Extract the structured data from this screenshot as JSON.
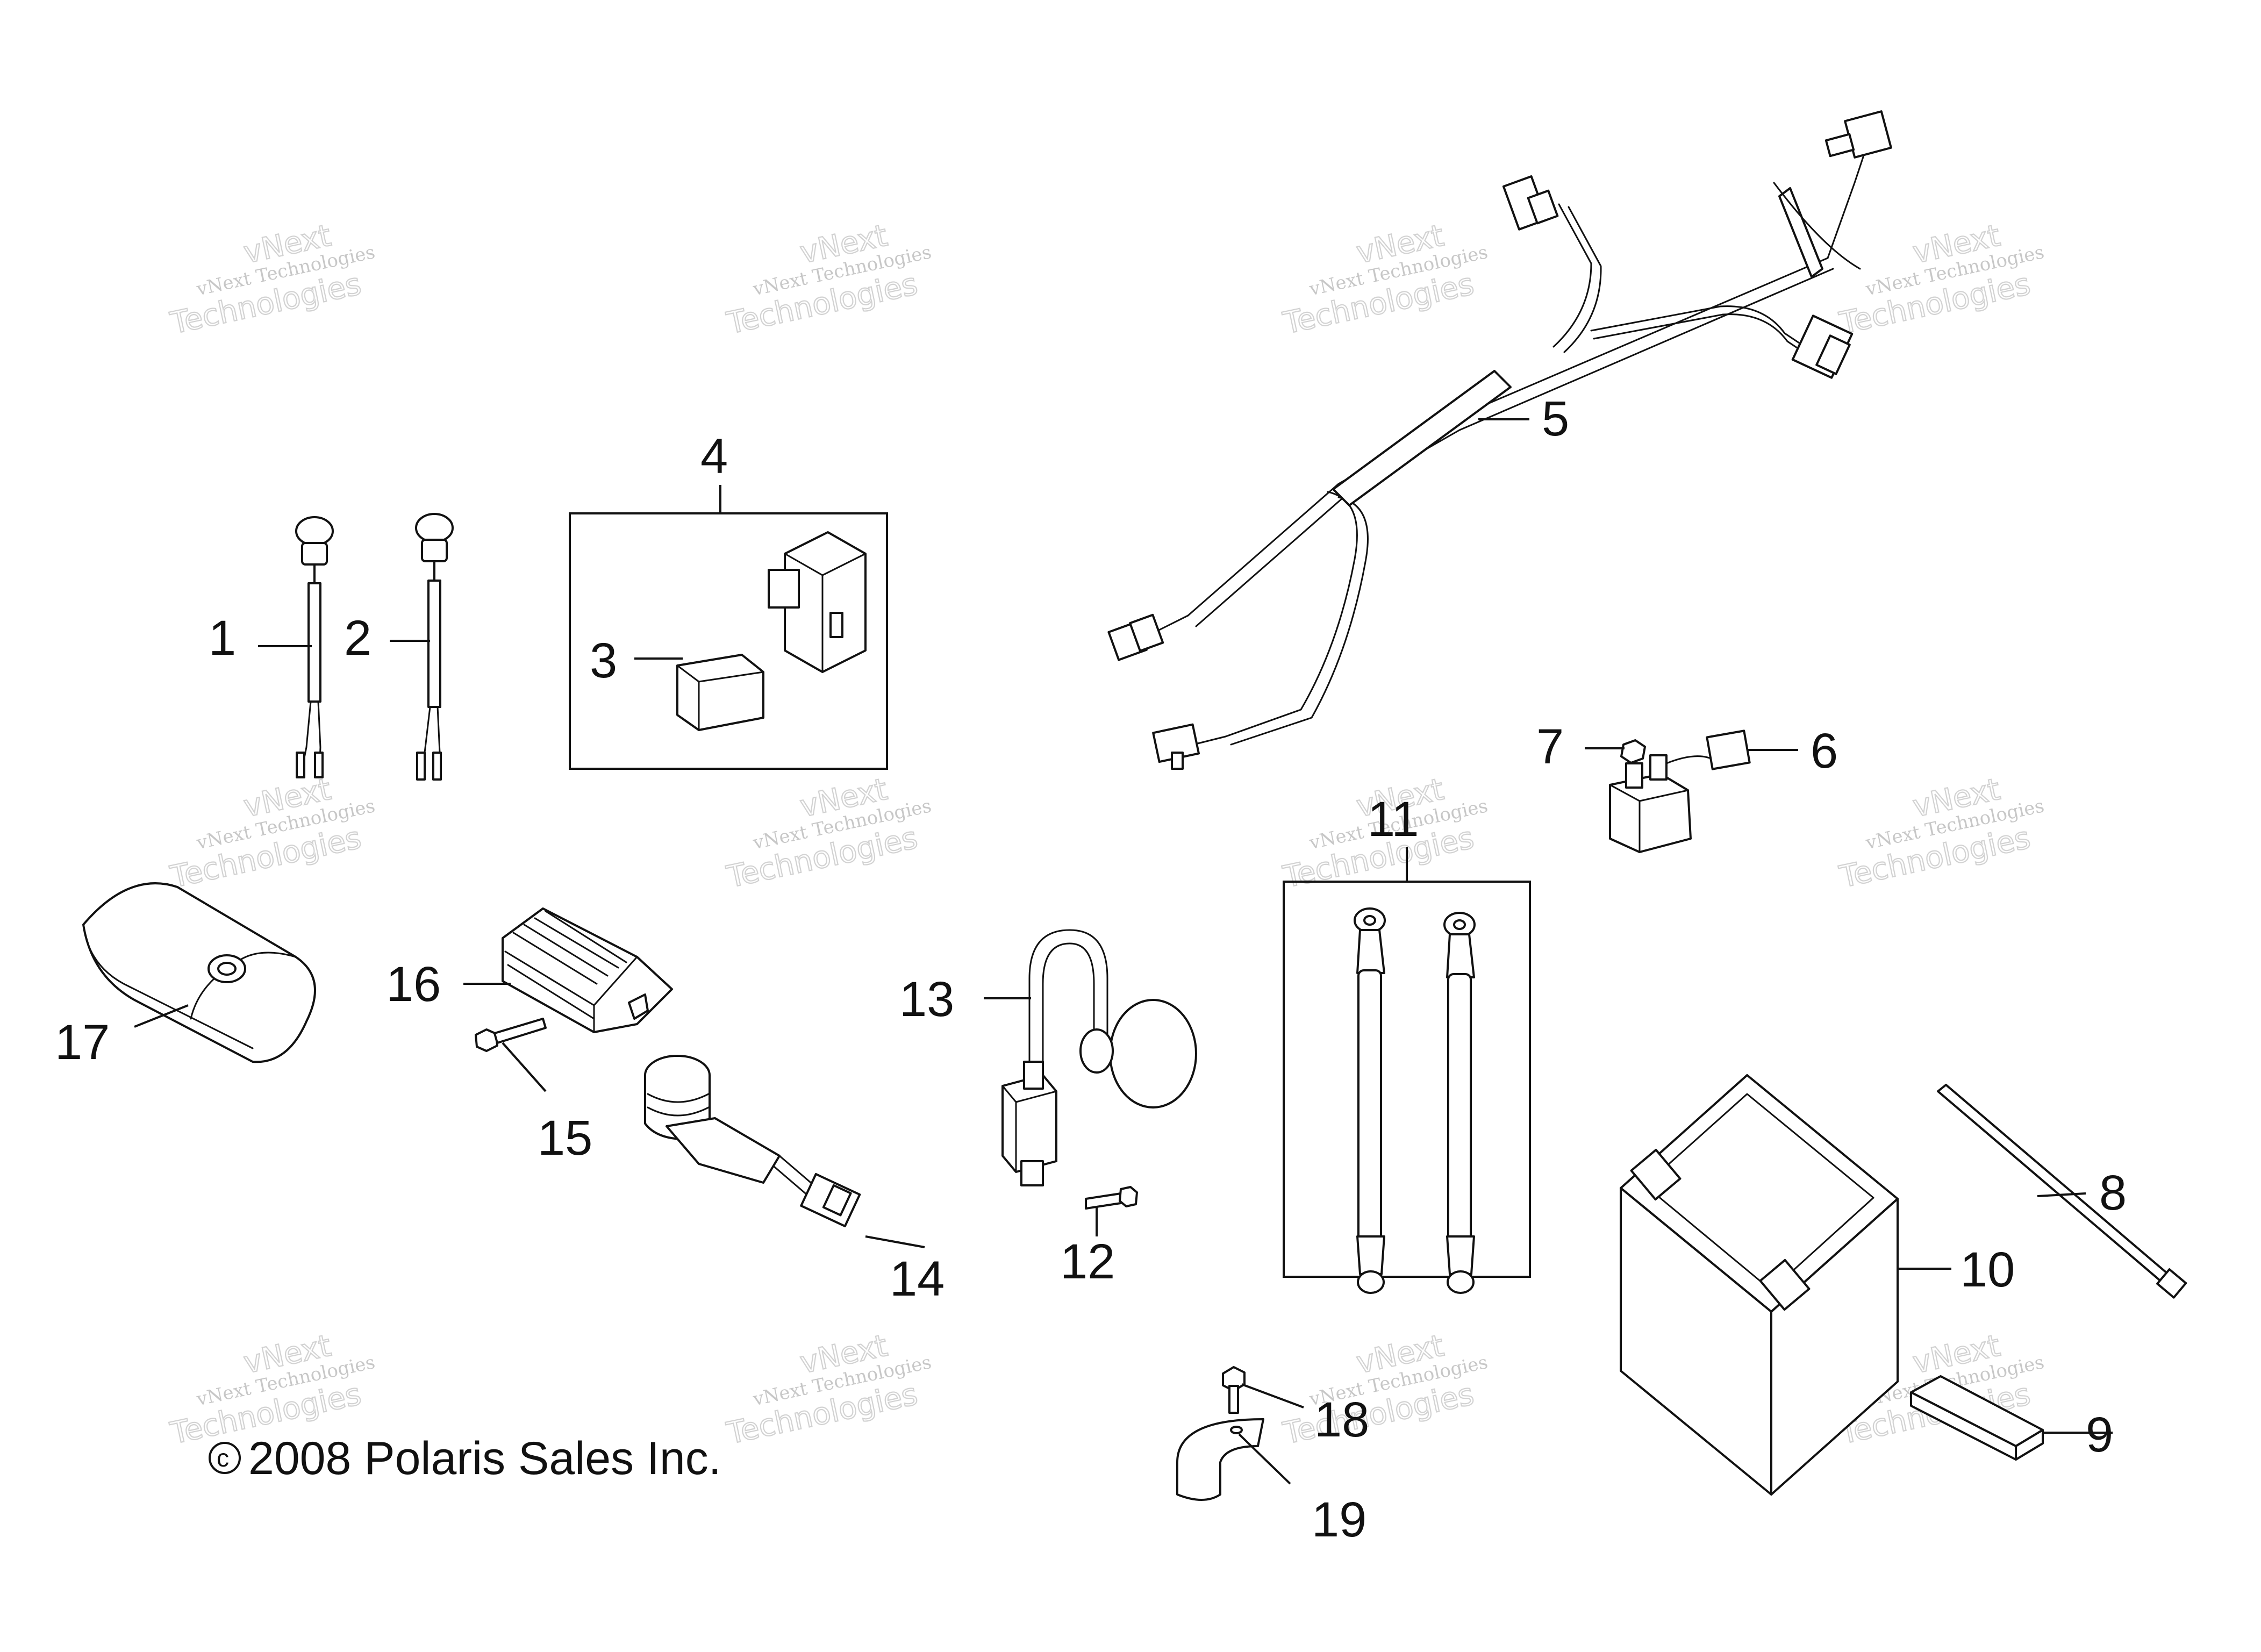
{
  "callouts": [
    "1",
    "2",
    "3",
    "4",
    "5",
    "6",
    "7",
    "8",
    "9",
    "10",
    "11",
    "12",
    "13",
    "14",
    "15",
    "16",
    "17",
    "18",
    "19"
  ],
  "copyright": "2008 Polaris Sales Inc.",
  "copyright_symbol": "c",
  "watermark": {
    "line1": "vNext",
    "line2": "vNext Technologies",
    "line3": "Technologies"
  }
}
